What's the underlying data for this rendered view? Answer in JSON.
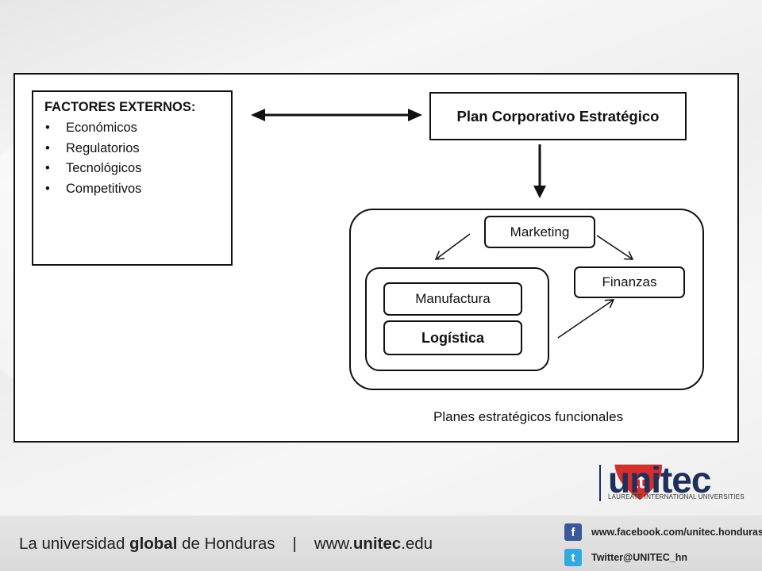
{
  "diagram": {
    "external_factors": {
      "title": "FACTORES EXTERNOS:",
      "bullet": "•",
      "items": [
        "Económicos",
        "Regulatorios",
        "Tecnológicos",
        "Competitivos"
      ]
    },
    "corporate_plan": "Plan Corporativo Estratégico",
    "functional": {
      "marketing": "Marketing",
      "finanzas": "Finanzas",
      "manufactura": "Manufactura",
      "logistica": "Logística",
      "caption": "Planes estratégicos funcionales"
    }
  },
  "footer": {
    "logo_name": "unitec",
    "logo_subtitle": "LAUREATE INTERNATIONAL UNIVERSITIES",
    "tagline_prefix": "La universidad ",
    "tagline_bold": "global",
    "tagline_suffix": " de Honduras",
    "separator": "|",
    "web_prefix": "www.",
    "web_bold": "unitec",
    "web_suffix": ".edu",
    "facebook": "www.facebook.com/unitec.honduras",
    "twitter": "Twitter@UNITEC_hn",
    "facebook_icon": "f",
    "twitter_icon": "t"
  },
  "colors": {
    "brand_red": "#d32f2f",
    "brand_navy": "#1f2f5a",
    "facebook_blue": "#3b5998",
    "twitter_blue": "#33a9e0"
  }
}
